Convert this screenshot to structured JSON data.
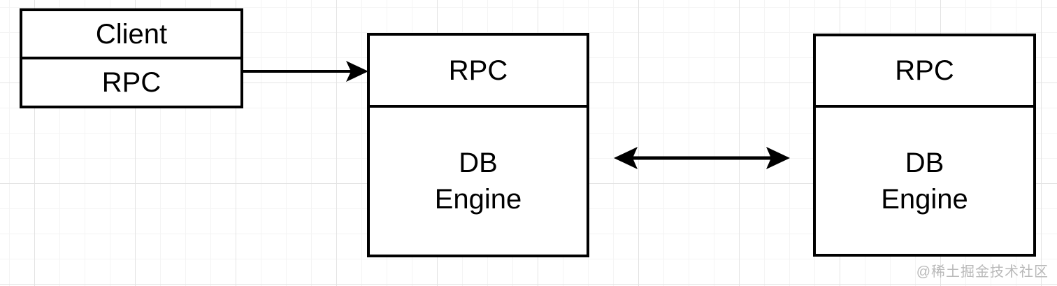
{
  "canvas": {
    "background_color": "#ffffff",
    "minor_grid_color": "#f4f4f4",
    "major_grid_color": "#e3e3e3",
    "stroke_color": "#000000"
  },
  "nodes": {
    "client": {
      "title": "Client",
      "subtitle": "RPC"
    },
    "server_left": {
      "header": "RPC",
      "body": "DB\nEngine"
    },
    "server_right": {
      "header": "RPC",
      "body": "DB\nEngine"
    }
  },
  "connectors": {
    "client_to_server": {
      "direction": "right"
    },
    "server_to_server": {
      "direction": "both"
    }
  },
  "watermark": {
    "text": "@稀土掘金技术社区",
    "color": "#b9b9b9"
  }
}
